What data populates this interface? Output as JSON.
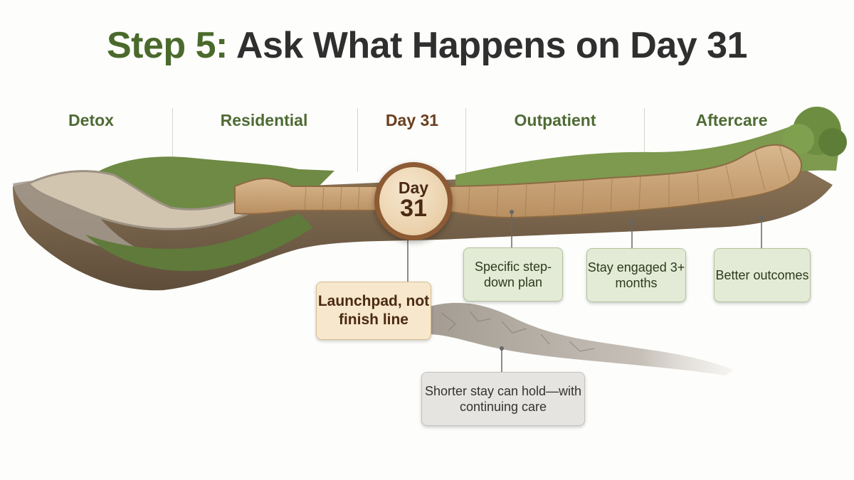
{
  "title": {
    "accent": "Step 5:",
    "rest": "Ask What Happens on Day 31"
  },
  "phases": [
    "Detox",
    "Residential",
    "Day 31",
    "Outpatient",
    "Aftercare"
  ],
  "medallion": {
    "line1": "Day",
    "line2": "31"
  },
  "callouts": {
    "step_down": "Specific step-down plan",
    "engaged": "Stay engaged 3+ months",
    "outcomes": "Better outcomes",
    "launchpad": "Launchpad, not finish line",
    "shorter": "Shorter stay can hold—with continuing care"
  },
  "colors": {
    "title_accent": "#4a6a2c",
    "phase_text": "#4e6b34",
    "day31_text": "#6a3e1e",
    "card_green": "#e3ebd6",
    "card_tan": "#f6e7cd",
    "card_gray": "#e6e4e1"
  }
}
